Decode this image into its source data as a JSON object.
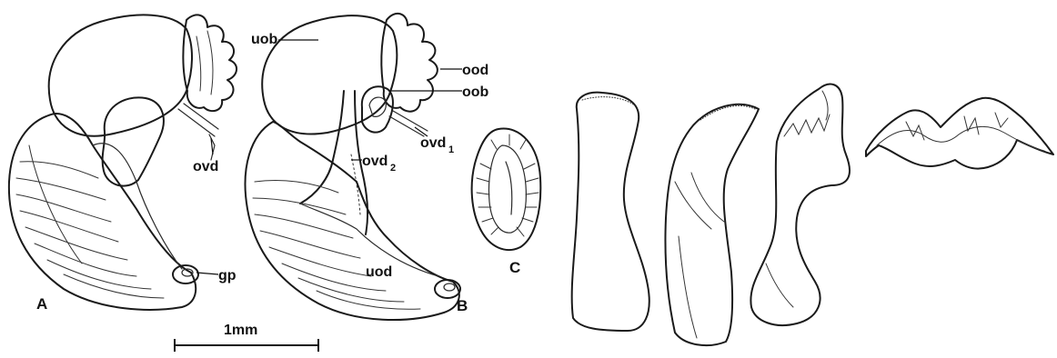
{
  "panels": {
    "a": "A",
    "b": "B",
    "c": "C"
  },
  "labels": {
    "uob": "uob",
    "ood": "ood",
    "oob": "oob",
    "ovd": "ovd",
    "ovd1": "ovd",
    "ovd1_sub": "1",
    "ovd2": "ovd",
    "ovd2_sub": "2",
    "gp": "gp",
    "uod": "uod"
  },
  "scale_bar": {
    "label": "1mm"
  }
}
